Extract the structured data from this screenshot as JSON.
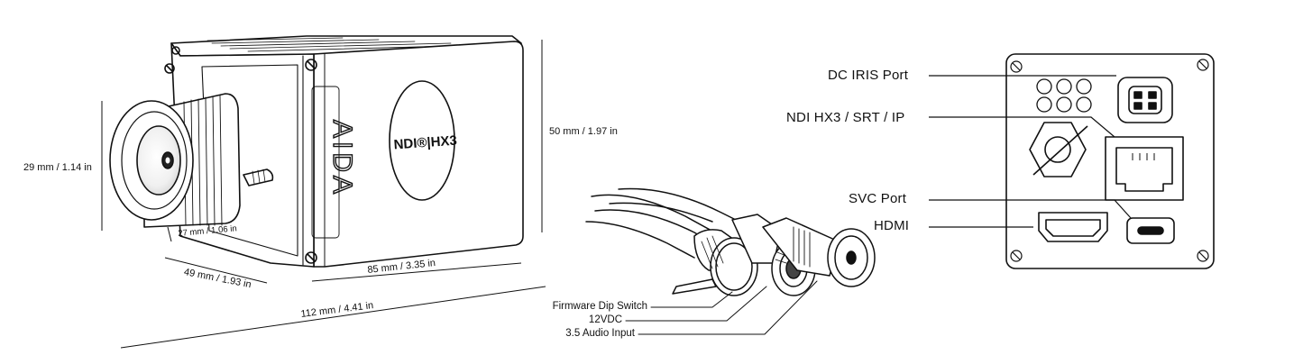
{
  "dimensions": {
    "height_lens": "29 mm / 1.14 in",
    "lens_depth": "27 mm / 1.06 in",
    "width": "49 mm / 1.93 in",
    "body_length": "85 mm / 3.35 in",
    "total_length": "112 mm / 4.41 in",
    "height_total": "50 mm / 1.97 in"
  },
  "camera": {
    "brand": "AIDA",
    "badge": "NDI®|HX3"
  },
  "ports": [
    {
      "label": "DC IRIS Port",
      "icon": "dc-iris-connector"
    },
    {
      "label": "NDI HX3 / SRT / IP",
      "icon": "ethernet-rj45"
    },
    {
      "label": "SVC Port",
      "icon": "usb-c"
    },
    {
      "label": "HDMI",
      "icon": "hdmi"
    }
  ],
  "cables": [
    {
      "label": "Firmware Dip Switch"
    },
    {
      "label": "12VDC"
    },
    {
      "label": "3.5 Audio Input"
    }
  ]
}
